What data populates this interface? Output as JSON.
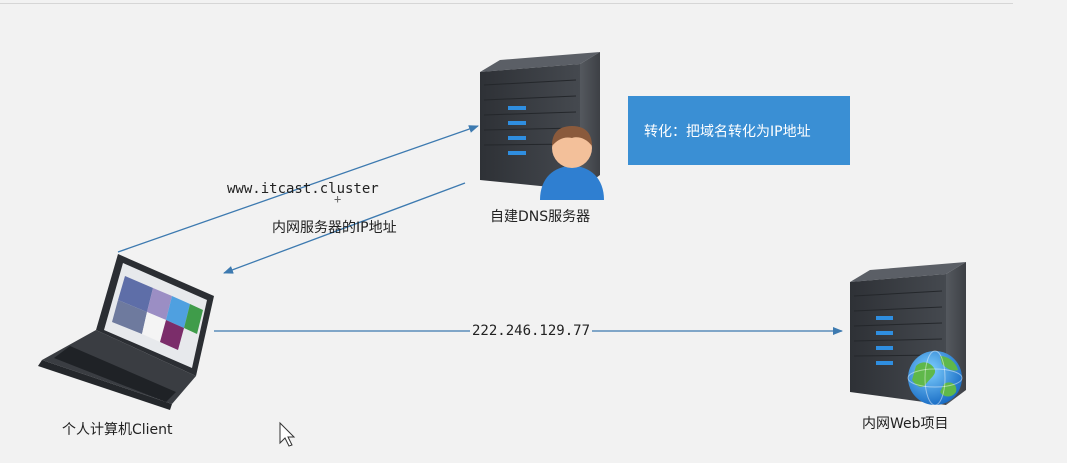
{
  "nodes": {
    "client": {
      "label": "个人计算机Client",
      "icon": "laptop-icon"
    },
    "dns_server": {
      "label": "自建DNS服务器",
      "icon": "server-with-user-icon"
    },
    "web_project": {
      "label": "内网Web项目",
      "icon": "server-with-globe-icon"
    }
  },
  "edges": {
    "query": {
      "label": "www.itcast.cluster"
    },
    "response": {
      "label": "内网服务器的IP地址"
    },
    "access": {
      "label": "222.246.129.77"
    }
  },
  "note": {
    "text": "转化：把域名转化为IP地址"
  },
  "colors": {
    "arrow": "#3d7ab0",
    "info_box": "#3a8fd4",
    "server_body": "#3a3d42",
    "server_led": "#2f8ee0"
  }
}
